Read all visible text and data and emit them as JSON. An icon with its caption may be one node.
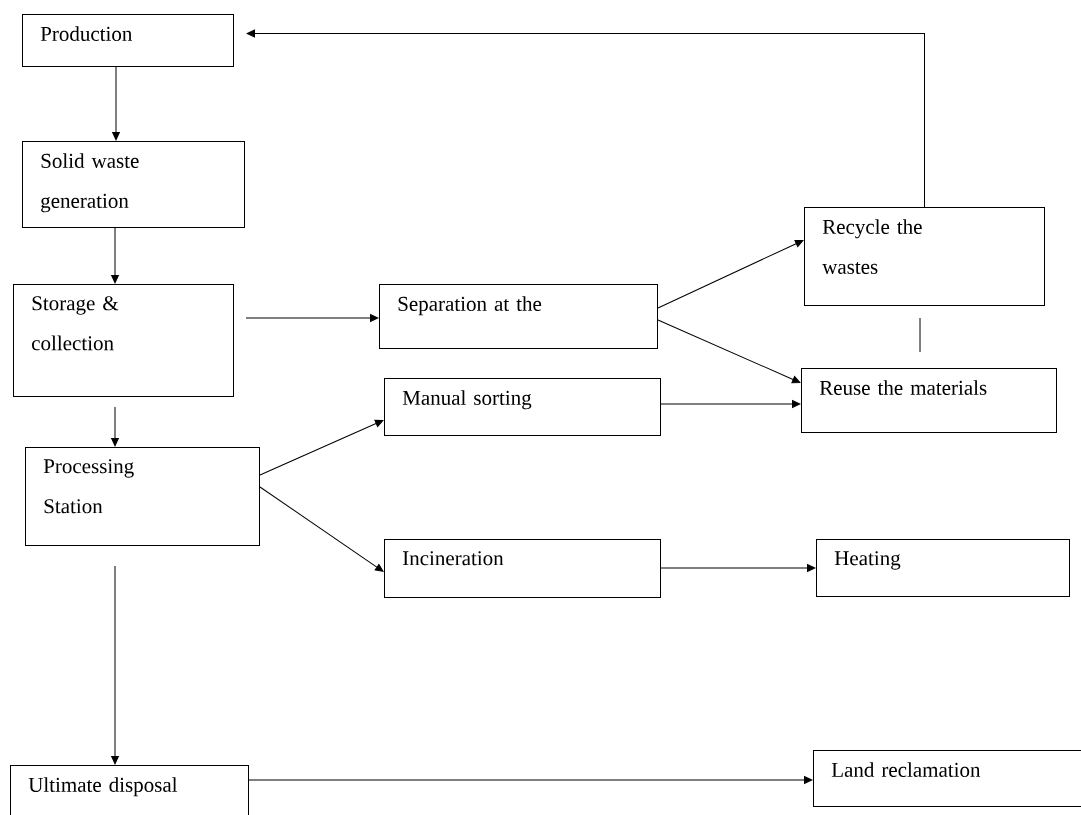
{
  "diagram": {
    "nodes": [
      {
        "text": [
          "Production"
        ]
      },
      {
        "text": [
          "Solid waste generation"
        ]
      },
      {
        "text": [
          "Storage & collection"
        ]
      },
      {
        "text": [
          "Separation at the"
        ]
      },
      {
        "text": [
          "Recycle the wastes"
        ]
      },
      {
        "text": [
          "Reuse the materials"
        ]
      },
      {
        "text": [
          "Manual sorting"
        ]
      },
      {
        "text": [
          "Processing Station"
        ]
      },
      {
        "text": [
          "Incineration"
        ]
      },
      {
        "text": [
          "Heating"
        ]
      },
      {
        "text": [
          "Ultimate disposal"
        ]
      },
      {
        "text": [
          "Land reclamation"
        ]
      }
    ],
    "edges": [
      {
        "from": 0,
        "to": 1,
        "arrow": "to"
      },
      {
        "from": 1,
        "to": 2,
        "arrow": "to"
      },
      {
        "from": 2,
        "to": 3,
        "arrow": "to"
      },
      {
        "from": 3,
        "to": 4,
        "arrow": "to"
      },
      {
        "from": 3,
        "to": 5,
        "arrow": "to"
      },
      {
        "from": 4,
        "to": 0,
        "arrow": "to"
      },
      {
        "from": 4,
        "to": 5,
        "arrow": "none"
      },
      {
        "from": 6,
        "to": 5,
        "arrow": "to"
      },
      {
        "from": 2,
        "to": 7,
        "arrow": "to"
      },
      {
        "from": 7,
        "to": 6,
        "arrow": "to"
      },
      {
        "from": 7,
        "to": 8,
        "arrow": "to"
      },
      {
        "from": 8,
        "to": 9,
        "arrow": "to"
      },
      {
        "from": 7,
        "to": 10,
        "arrow": "to"
      },
      {
        "from": 10,
        "to": 11,
        "arrow": "to"
      }
    ]
  }
}
